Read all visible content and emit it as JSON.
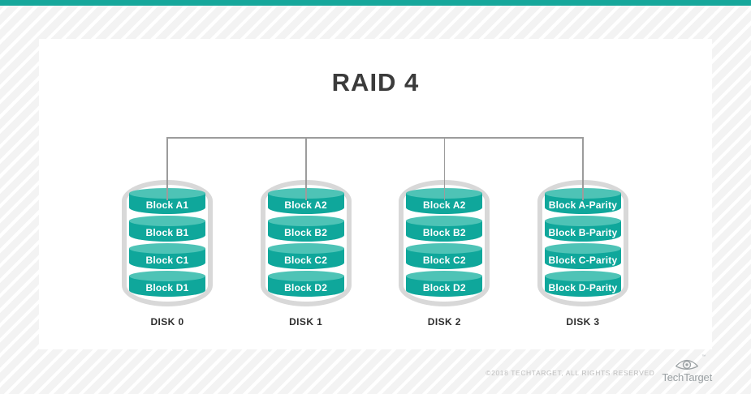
{
  "app": {
    "top_bar_color": "#16A79B",
    "background_style": "diagonal-striped-gray"
  },
  "diagram": {
    "title": "RAID 4",
    "disks": [
      {
        "label": "DISK 0",
        "blocks": [
          "Block A1",
          "Block B1",
          "Block C1",
          "Block D1"
        ]
      },
      {
        "label": "DISK 1",
        "blocks": [
          "Block A2",
          "Block B2",
          "Block C2",
          "Block D2"
        ]
      },
      {
        "label": "DISK 2",
        "blocks": [
          "Block A2",
          "Block B2",
          "Block C2",
          "Block D2"
        ]
      },
      {
        "label": "DISK 3",
        "blocks": [
          "Block A-Parity",
          "Block B-Parity",
          "Block C-Parity",
          "Block D-Parity"
        ]
      }
    ],
    "colors": {
      "block_body": "#0FA79B",
      "block_top": "#4EC3B6",
      "disk_shell": "#D8D8D8",
      "connector_line": "#9C9C9C",
      "block_text": "#FFFFFF",
      "title_text": "#3B3B3B"
    }
  },
  "footer": {
    "copyright": "©2018 TECHTARGET, ALL RIGHTS RESERVED",
    "logo_text": "TechTarget",
    "logo_icon": "eye-target-icon"
  }
}
